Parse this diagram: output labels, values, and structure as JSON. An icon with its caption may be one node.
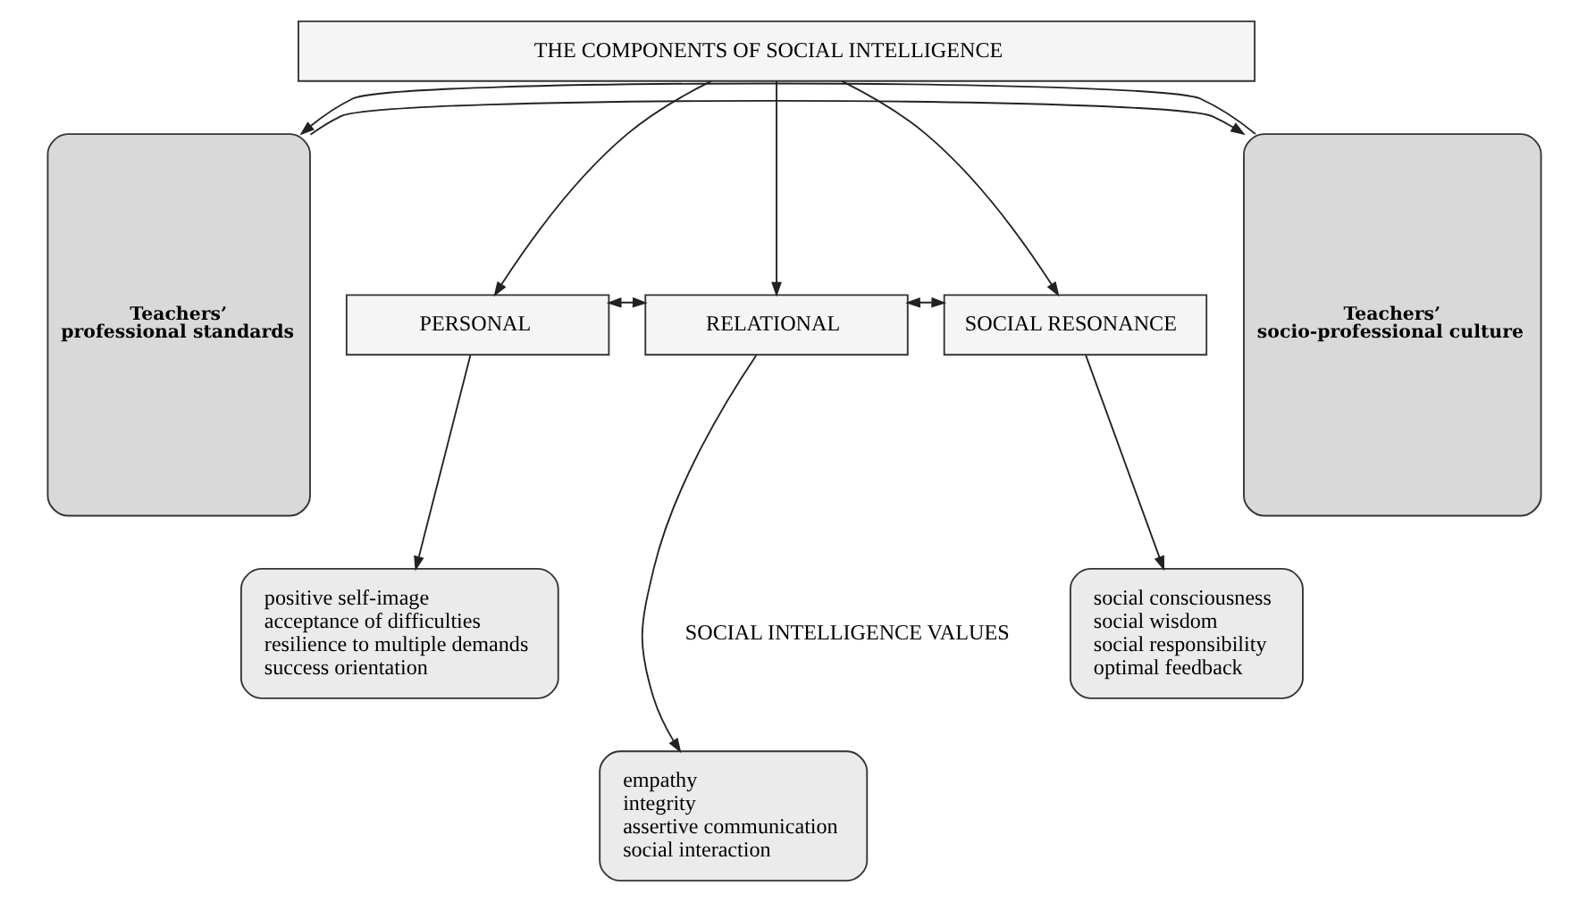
{
  "diagram": {
    "nodes": [
      {
        "text": [
          "Teachers’ professional standards"
        ]
      },
      {
        "text": [
          "THE COMPONENTS OF SOCIAL INTELLIGENCE"
        ]
      },
      {
        "text": [
          "PERSONAL"
        ]
      },
      {
        "text": [
          "RELATIONAL"
        ]
      },
      {
        "text": [
          "SOCIAL RESONANCE"
        ]
      },
      {
        "text": [
          "positive self-image",
          "acceptance of difficulties",
          "resilience to multiple demands",
          "success orientation"
        ]
      },
      {
        "text": [
          "empathy",
          "integrity",
          "assertive communication",
          "social interaction"
        ]
      },
      {
        "text": [
          "social consciousness",
          "social wisdom",
          "social responsibility",
          "optimal feedback"
        ]
      },
      {
        "text": [
          "Teachers’ socio-professional culture"
        ]
      }
    ],
    "edges": [
      {
        "from": 0,
        "to": 8,
        "arrow": "to"
      },
      {
        "from": 8,
        "to": 0,
        "arrow": "to"
      },
      {
        "from": 1,
        "to": 2,
        "arrow": "to"
      },
      {
        "from": 1,
        "to": 3,
        "arrow": "to"
      },
      {
        "from": 1,
        "to": 4,
        "arrow": "to"
      },
      {
        "from": 2,
        "to": 3,
        "arrow": "both"
      },
      {
        "from": 3,
        "to": 4,
        "arrow": "both"
      },
      {
        "from": 2,
        "to": 5,
        "arrow": "to"
      },
      {
        "from": 3,
        "to": 6,
        "arrow": "to"
      },
      {
        "from": 4,
        "to": 7,
        "arrow": "to"
      }
    ],
    "labels": [
      "SOCIAL INTELLIGENCE VALUES"
    ]
  }
}
